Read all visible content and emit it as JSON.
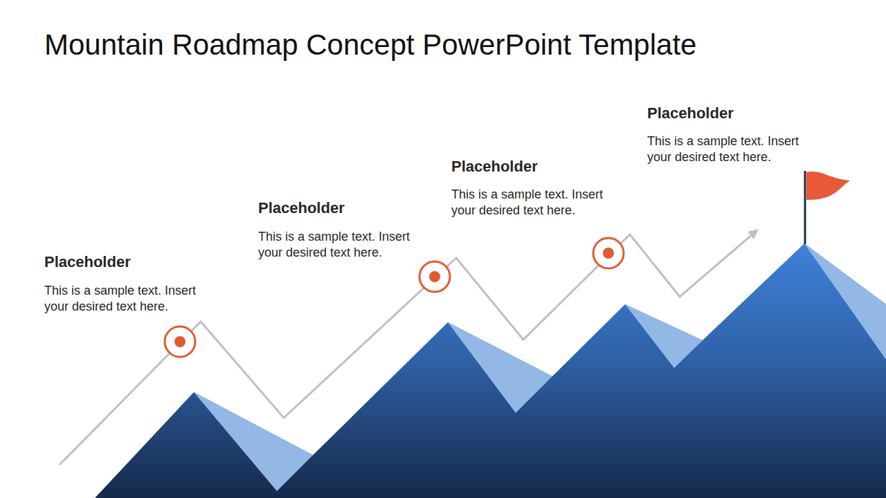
{
  "diagram": {
    "title": "Mountain Roadmap Concept PowerPoint Template",
    "labels": [
      "Placeholder",
      "This is a sample text. Insert your desired text here.",
      "Placeholder",
      "This is a sample text. Insert your desired text here.",
      "Placeholder",
      "This is a sample text. Insert your desired text here.",
      "Placeholder",
      "This is a sample text. Insert your desired text here."
    ]
  }
}
